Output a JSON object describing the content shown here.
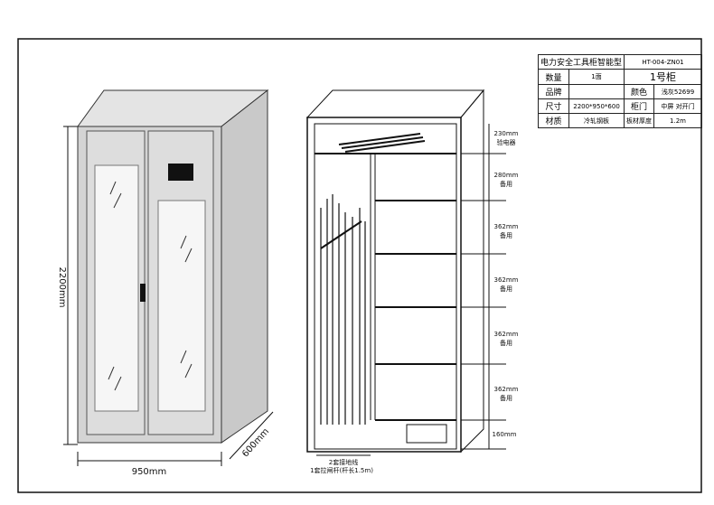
{
  "spec_table": {
    "title": "电力安全工具柜智能型",
    "model": "HT-004-ZN01",
    "qty_label": "数量",
    "qty": "1面",
    "cabinet_no": "1号柜",
    "brand_label": "品牌",
    "brand": "",
    "color_label": "颜色",
    "color": "浅灰52699",
    "size_label": "尺寸",
    "size": "2200*950*600",
    "door_label": "柜门",
    "door": "中屏 对开门",
    "material_label": "材质",
    "material": "冷轧钢板",
    "thickness_label": "板材厚度",
    "thickness": "1.2m"
  },
  "front_view": {
    "height": "2200mm",
    "width": "950mm",
    "depth": "600mm"
  },
  "interior": {
    "compartments": [
      {
        "size": "230mm",
        "use": "验电器"
      },
      {
        "size": "280mm",
        "use": "备用"
      },
      {
        "size": "362mm",
        "use": "备用"
      },
      {
        "size": "362mm",
        "use": "备用"
      },
      {
        "size": "362mm",
        "use": "备用"
      },
      {
        "size": "362mm",
        "use": "备用"
      },
      {
        "size": "160mm",
        "use": ""
      }
    ],
    "note1": "2套接地线",
    "note2": "1套拉闸杆(杆长1.5m)"
  }
}
